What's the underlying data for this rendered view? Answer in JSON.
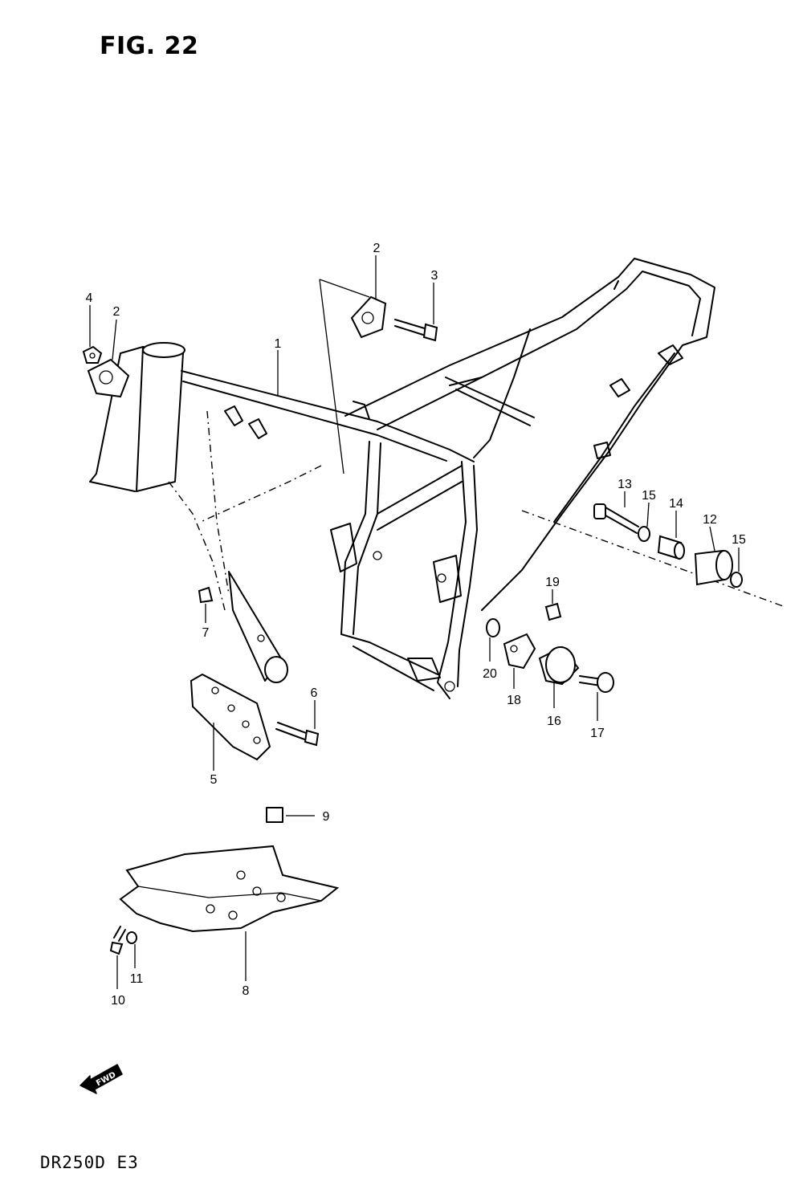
{
  "figure": {
    "title": "FIG. 22",
    "model_code": "DR250D E3"
  },
  "fwd_label": "FWD",
  "callouts": [
    {
      "id": "c1",
      "label": "1"
    },
    {
      "id": "c2a",
      "label": "2"
    },
    {
      "id": "c2b",
      "label": "2"
    },
    {
      "id": "c3",
      "label": "3"
    },
    {
      "id": "c4",
      "label": "4"
    },
    {
      "id": "c5",
      "label": "5"
    },
    {
      "id": "c6",
      "label": "6"
    },
    {
      "id": "c7",
      "label": "7"
    },
    {
      "id": "c8",
      "label": "8"
    },
    {
      "id": "c9",
      "label": "9"
    },
    {
      "id": "c10",
      "label": "10"
    },
    {
      "id": "c11",
      "label": "11"
    },
    {
      "id": "c12",
      "label": "12"
    },
    {
      "id": "c13",
      "label": "13"
    },
    {
      "id": "c14",
      "label": "14"
    },
    {
      "id": "c15a",
      "label": "15"
    },
    {
      "id": "c15b",
      "label": "15"
    },
    {
      "id": "c16",
      "label": "16"
    },
    {
      "id": "c17",
      "label": "17"
    },
    {
      "id": "c18",
      "label": "18"
    },
    {
      "id": "c19",
      "label": "19"
    },
    {
      "id": "c20",
      "label": "20"
    }
  ]
}
